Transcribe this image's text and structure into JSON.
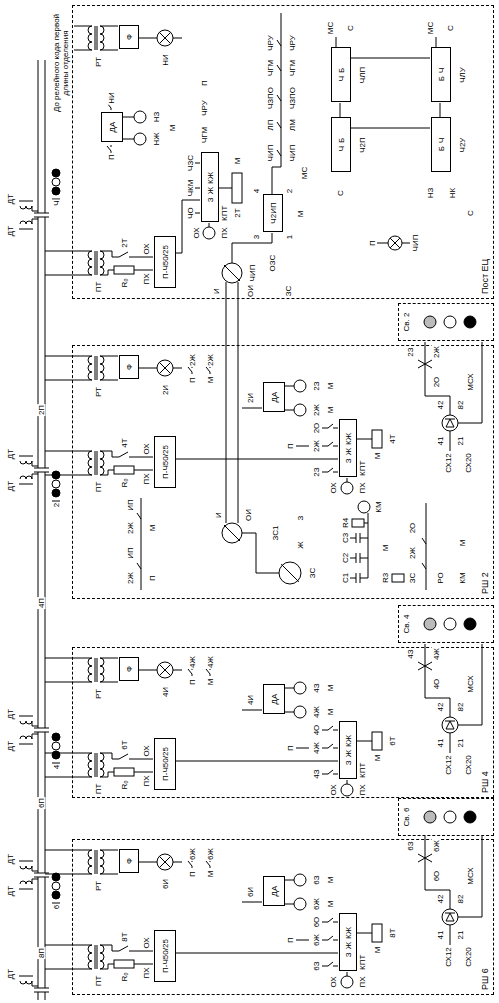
{
  "diagram": {
    "nodes": [
      {
        "text": [
          "Пост ЕЦ"
        ]
      },
      {
        "text": [
          "Ф"
        ],
        "in": 0
      },
      {
        "text": [
          "П-Ч50/25"
        ],
        "in": 0
      },
      {
        "text": [
          "ДА"
        ],
        "in": 0
      },
      {
        "text": [
          "КПТ",
          "З",
          "Ж",
          "КЖ"
        ],
        "in": 0
      },
      {
        "text": [
          "Ч2ИП"
        ],
        "in": 0
      },
      {
        "text": [
          "Ч",
          "Б"
        ],
        "in": 0
      },
      {
        "text": [
          "Ч",
          "Б"
        ],
        "in": 0
      },
      {
        "text": [
          "Б",
          "Ч"
        ],
        "in": 0
      },
      {
        "text": [
          "Б",
          "Ч"
        ],
        "in": 0
      },
      {
        "text": [
          "Св. 2"
        ]
      },
      {
        "text": [
          "РШ 2"
        ]
      },
      {
        "text": [
          "Ф"
        ],
        "in": 11
      },
      {
        "text": [
          "П-Ч50/25"
        ],
        "in": 11
      },
      {
        "text": [
          "ДА"
        ],
        "in": 11
      },
      {
        "text": [
          "КПТ",
          "З",
          "Ж",
          "КЖ"
        ],
        "in": 11
      },
      {
        "text": [
          "Св. 4"
        ]
      },
      {
        "text": [
          "РШ 4"
        ]
      },
      {
        "text": [
          "Ф"
        ],
        "in": 17
      },
      {
        "text": [
          "П-Ч50/25"
        ],
        "in": 17
      },
      {
        "text": [
          "ДА"
        ],
        "in": 17
      },
      {
        "text": [
          "КПТ",
          "З",
          "Ж",
          "КЖ"
        ],
        "in": 17
      },
      {
        "text": [
          "Св. 6"
        ]
      },
      {
        "text": [
          "РШ 6"
        ]
      },
      {
        "text": [
          "Ф"
        ],
        "in": 23
      },
      {
        "text": [
          "П-Ч50/25"
        ],
        "in": 23
      },
      {
        "text": [
          "ДА"
        ],
        "in": 23
      },
      {
        "text": [
          "КПТ",
          "З",
          "Ж",
          "КЖ"
        ],
        "in": 23
      }
    ],
    "edges": [
      {
        "from": 2,
        "to": 4,
        "arrow": "none"
      },
      {
        "from": 13,
        "to": 15,
        "arrow": "none"
      },
      {
        "from": 19,
        "to": 21,
        "arrow": "none"
      },
      {
        "from": 25,
        "to": 27,
        "arrow": "none"
      }
    ],
    "labels": [
      "До релейного кода первой длины отделения",
      "Ч",
      "2",
      "4",
      "6",
      "2П",
      "4П",
      "6П",
      "8П",
      "ДТ",
      "ДТ",
      "ДТ",
      "ДТ",
      "ДТ",
      "ДТ",
      "ДТ",
      "ДТ",
      "ДТ",
      "РТ",
      "НИ",
      "ПТ",
      "2Т",
      "R₀",
      "ПХ",
      "ОХ",
      "П",
      "НИ",
      "НЖ",
      "НЗ",
      "М",
      "ЧЗС",
      "ЧКМ",
      "ЧО",
      "ЧГМ",
      "ЧРУ",
      "П",
      "ОХ",
      "ПХ",
      "2Т",
      "М",
      "ЧРУ",
      "ЧГМ",
      "ЧЗПО",
      "ЛП",
      "ЧРУ",
      "ЧГМ",
      "ЧЗПО",
      "ЛМ",
      "ЧИП",
      "ЧИП",
      "МС",
      "1",
      "2",
      "3",
      "4",
      "М",
      "ЧИП",
      "И",
      "ОИ",
      "ОЗС",
      "ЗС",
      "МС",
      "С",
      "ЧЛП",
      "Ч2П",
      "С",
      "ЧЛУ",
      "Ч2У",
      "МС",
      "С",
      "НЗ",
      "НК",
      "С",
      "ЧИП",
      "П",
      "РТ",
      "2И",
      "ПТ",
      "4Т",
      "R₀",
      "ПХ",
      "ОХ",
      "2И",
      "2Ж",
      "2З",
      "М",
      "М",
      "П",
      "2Ж",
      "М",
      "2Ж",
      "П",
      "2З",
      "2Ж",
      "2О",
      "ОХ",
      "ПХ",
      "4Т",
      "М",
      "2З",
      "2Ж",
      "2О",
      "МСХ",
      "42",
      "41",
      "82",
      "21",
      "СХ12",
      "СХ20",
      "И",
      "ОИ",
      "2Ж",
      "ИП",
      "2Ж",
      "ИП",
      "П",
      "М",
      "ЗС",
      "ЗС1",
      "Ж",
      "З",
      "С1",
      "С2",
      "С3",
      "R4",
      "КМ",
      "R3",
      "М",
      "ЗС",
      "2Ж",
      "2О",
      "РО",
      "КМ",
      "М",
      "РТ",
      "4И",
      "ПТ",
      "6Т",
      "R₀",
      "ПХ",
      "ОХ",
      "4И",
      "4Ж",
      "4З",
      "М",
      "М",
      "П",
      "4Ж",
      "М",
      "4Ж",
      "П",
      "4З",
      "4Ж",
      "4О",
      "ОХ",
      "ПХ",
      "6Т",
      "М",
      "4З",
      "4Ж",
      "4О",
      "МСХ",
      "42",
      "41",
      "82",
      "21",
      "СХ12",
      "СХ20",
      "РТ",
      "6И",
      "ПТ",
      "8Т",
      "R₀",
      "ПХ",
      "ОХ",
      "6И",
      "6Ж",
      "6З",
      "М",
      "М",
      "П",
      "6Ж",
      "М",
      "6Ж",
      "П",
      "6З",
      "6Ж",
      "6О",
      "ОХ",
      "ПХ",
      "8Т",
      "М",
      "6З",
      "6Ж",
      "6О",
      "МСХ",
      "42",
      "41",
      "82",
      "21",
      "СХ12",
      "СХ20"
    ]
  }
}
